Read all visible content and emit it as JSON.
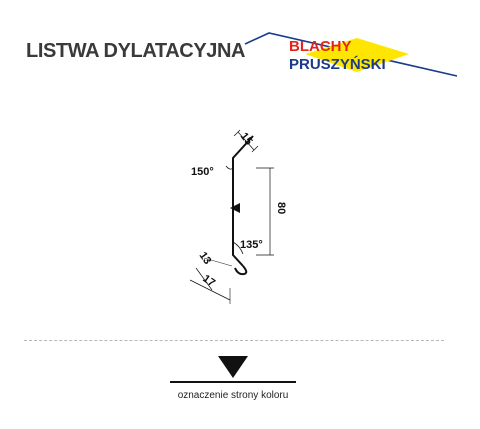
{
  "page": {
    "title": "LISTWA DYLATACYJNA"
  },
  "logo": {
    "line1": "BLACHY",
    "line2": "PRUSZYŃSKI",
    "colors": {
      "red": "#e5251b",
      "blue": "#1a3a8c",
      "yellow": "#ffe600"
    }
  },
  "drawing": {
    "dim_top": "15",
    "angle_top": "150°",
    "dim_height": "80",
    "angle_bottom": "135°",
    "dim_hem": "13",
    "dim_bottom": "17"
  },
  "legend": {
    "label": "oznaczenie strony koloru"
  }
}
